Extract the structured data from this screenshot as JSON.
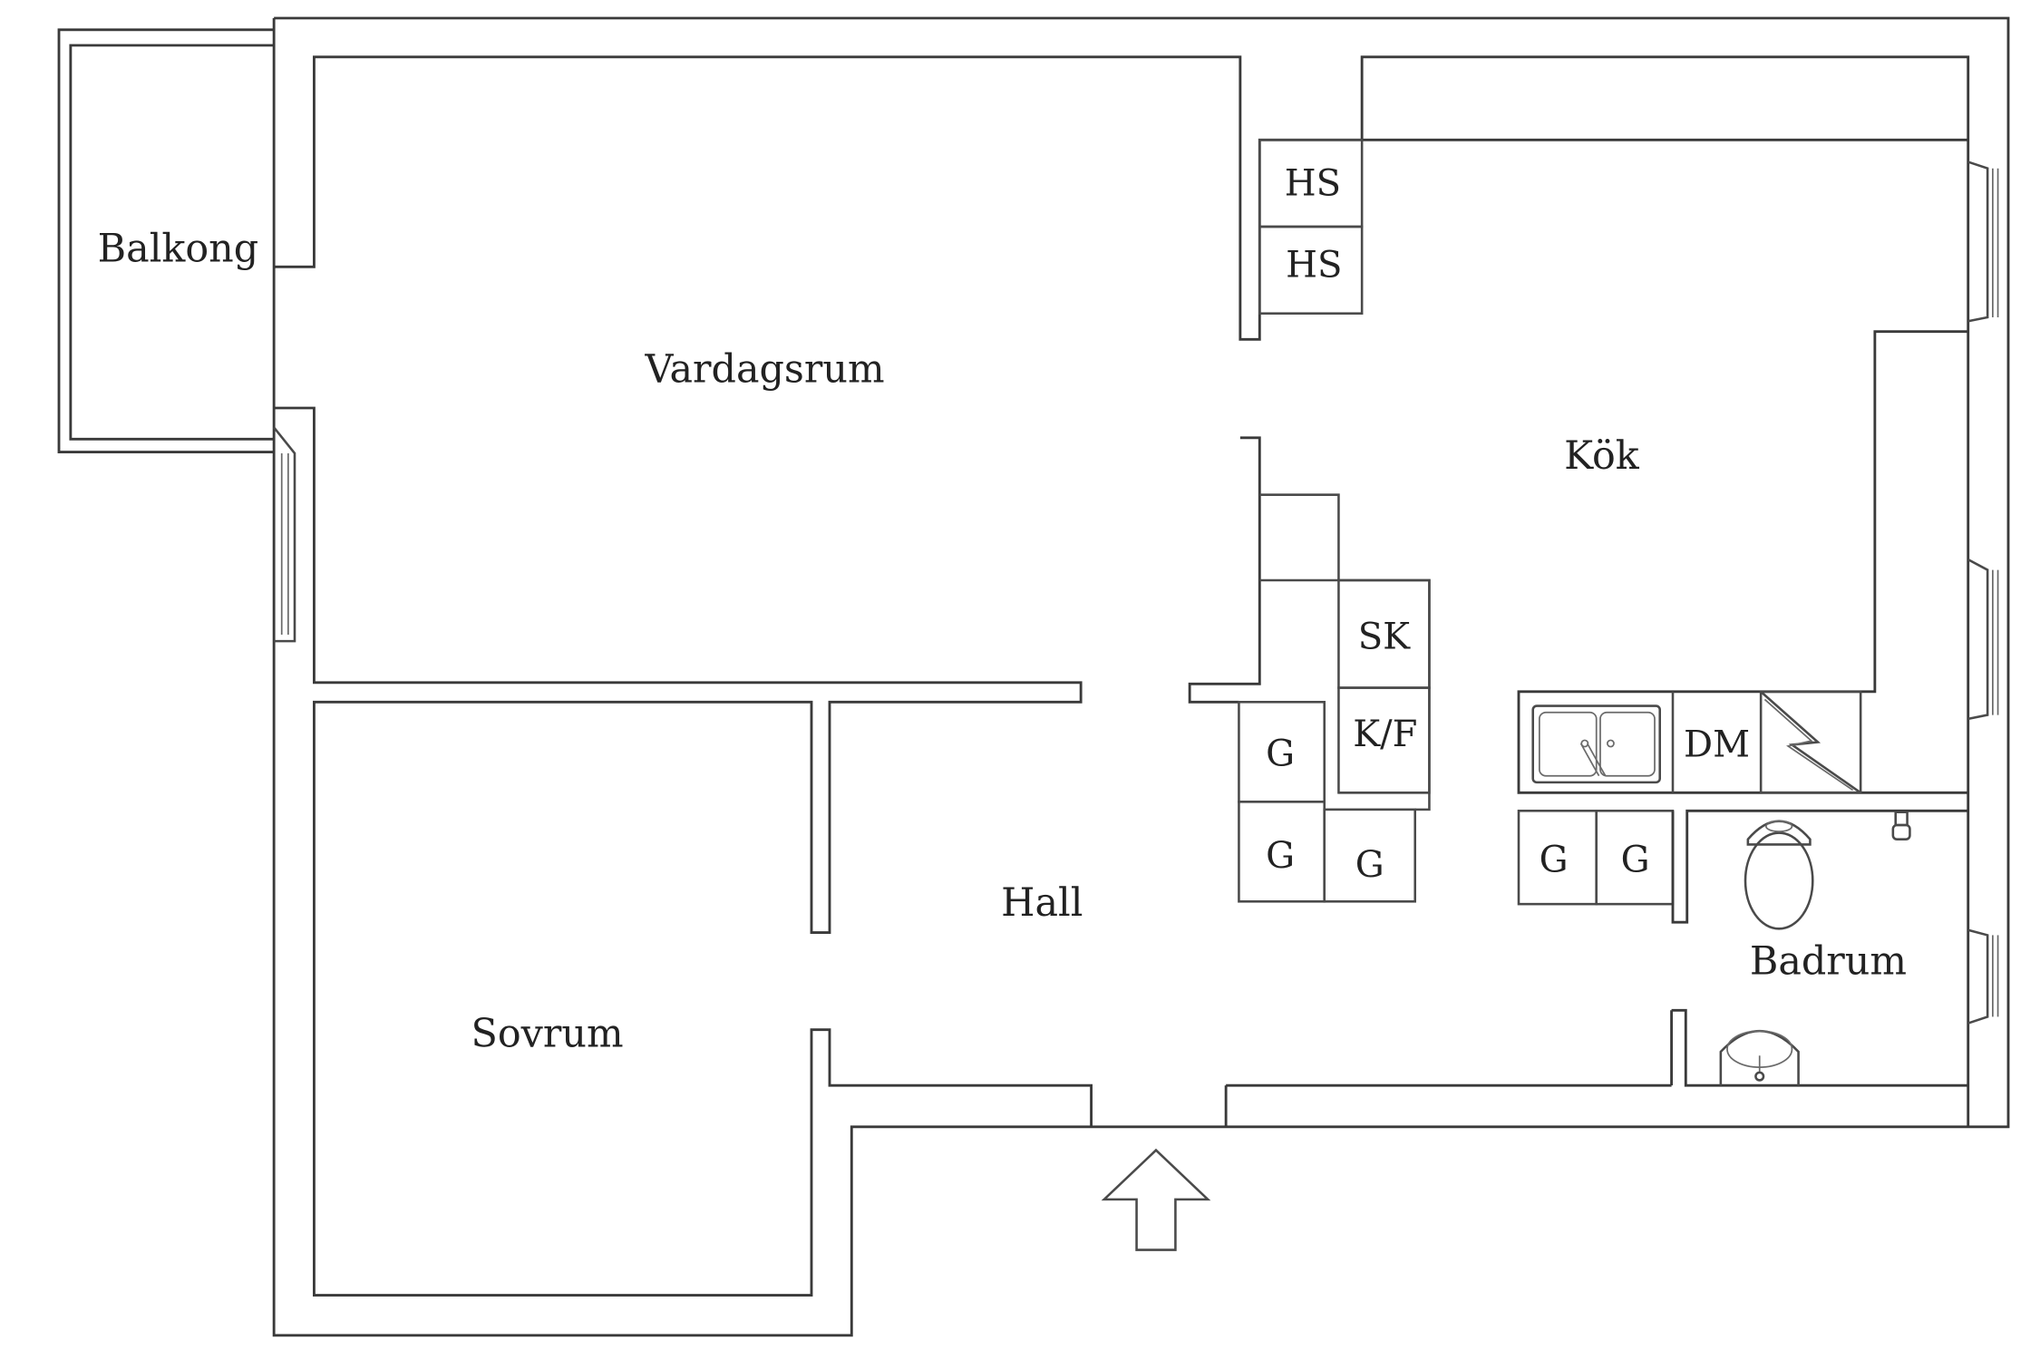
{
  "rooms": {
    "balkong": "Balkong",
    "vardagsrum": "Vardagsrum",
    "kok": "Kök",
    "sovrum": "Sovrum",
    "hall": "Hall",
    "badrum": "Badrum"
  },
  "fixtures": {
    "hs_upper": "HS",
    "hs_lower": "HS",
    "sk": "SK",
    "kf": "K/F",
    "dm": "DM",
    "g_hall_1": "G",
    "g_hall_2": "G",
    "g_hall_3": "G",
    "g_kitchen_1": "G",
    "g_kitchen_2": "G"
  },
  "icons": {
    "entrance": "entrance-arrow-icon",
    "sink": "double-sink-icon",
    "stove": "stove-icon",
    "toilet": "toilet-icon",
    "washbasin": "washbasin-icon",
    "water_tap": "water-tap-icon"
  }
}
